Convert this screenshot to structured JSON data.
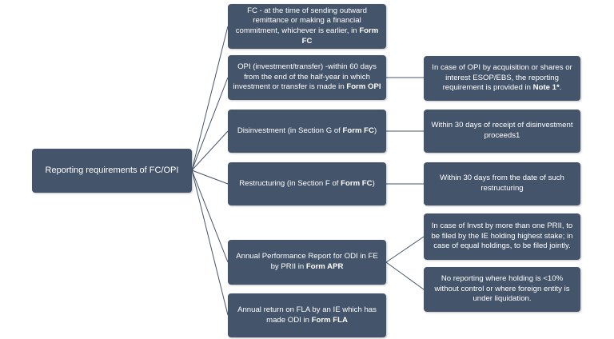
{
  "diagram": {
    "root": {
      "label": "Reporting requirements of FC/OPI"
    },
    "nodes": [
      {
        "id": "fc",
        "text": "FC - at the time of sending outward remittance or making a financial commitment, whichever is earlier, in ",
        "bold": "Form FC"
      },
      {
        "id": "opi",
        "text": "OPI (investment/transfer) -within 60 days from the end of the half-year in which investment or transfer is made in ",
        "bold": "Form OPI"
      },
      {
        "id": "dis",
        "text": "Disinvestment (in Section G of ",
        "bold": "Form FC",
        "suffix": ")"
      },
      {
        "id": "res",
        "text": "Restructuring (in Section F of ",
        "bold": "Form FC",
        "suffix": ")"
      },
      {
        "id": "apr",
        "text": "Annual Performance Report for ODI in FE by PRII in ",
        "bold": "Form APR"
      },
      {
        "id": "fla",
        "text": "Annual return on FLA by an IE which has made ODI in ",
        "bold": "Form FLA"
      },
      {
        "id": "opi_note",
        "text": "In case of OPI by acquisition or shares or interest ESOP/EBS, the reporting requirement is provided in ",
        "bold": "Note 1*",
        "suffix": "."
      },
      {
        "id": "dis_note",
        "text": "Within 30 days of receipt of disinvestment proceeds1"
      },
      {
        "id": "res_note",
        "text": "Within 30 days from the date of such restructuring"
      },
      {
        "id": "apr_note1",
        "text": "In case of Invst by more than one PRII, to be filed by the IE holding highest stake; in case of equal holdings, to be filed jointly."
      },
      {
        "id": "apr_note2",
        "text": "No reporting where holding is <10% without control or where foreign entity is under liquidation."
      }
    ]
  }
}
